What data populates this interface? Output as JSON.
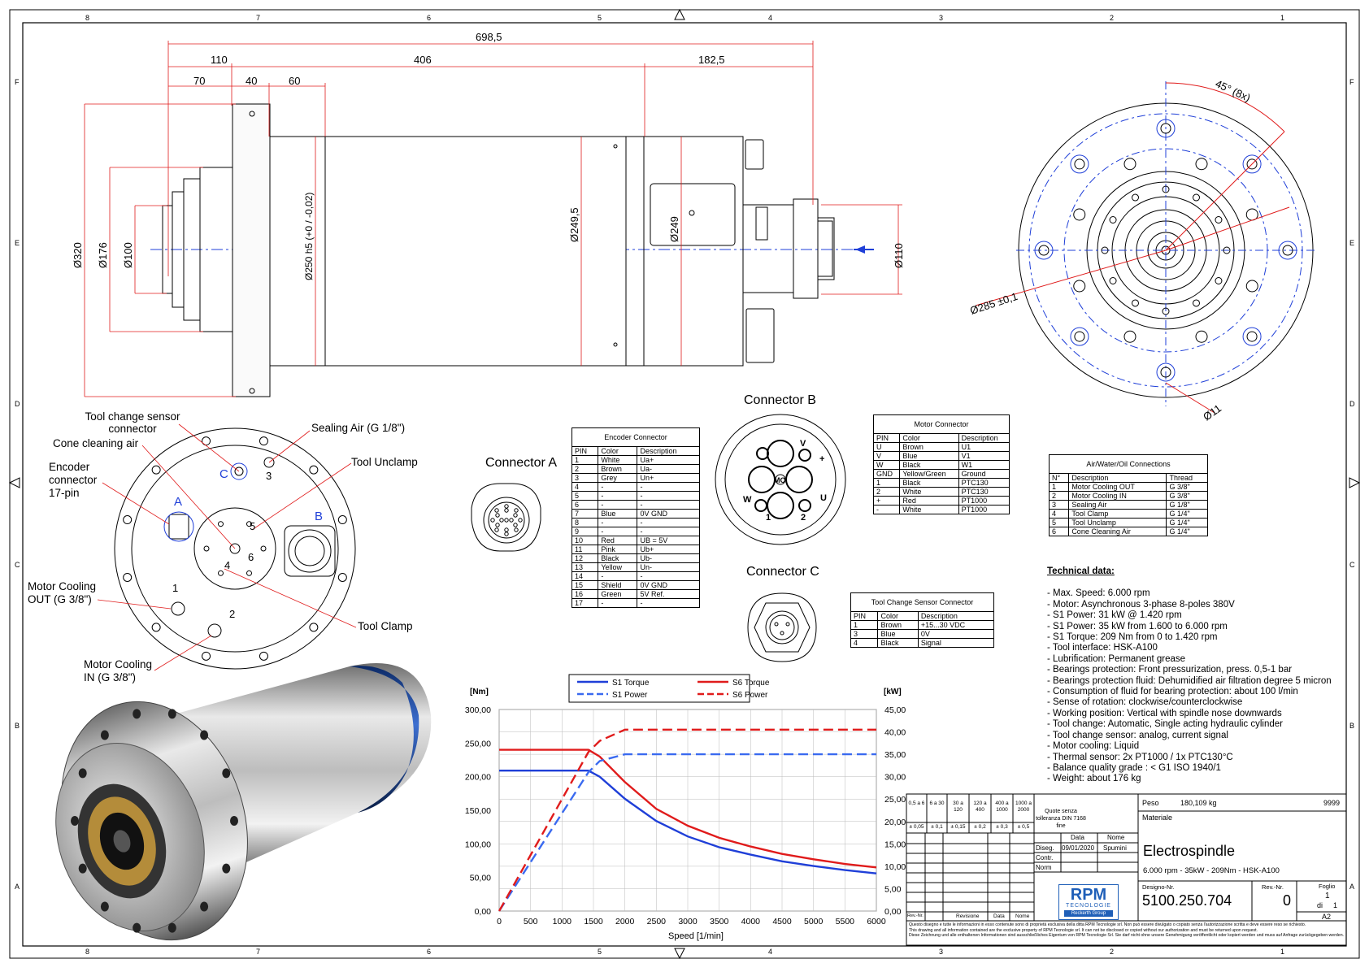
{
  "frame": {
    "zones_top": [
      "8",
      "7",
      "6",
      "5",
      "4",
      "3",
      "2",
      "1"
    ],
    "zones_side": [
      "F",
      "E",
      "D",
      "C",
      "B",
      "A"
    ]
  },
  "dims": {
    "overall": "698,5",
    "d110": "110",
    "d406": "406",
    "d182": "182,5",
    "d70": "70",
    "d40": "40",
    "d60": "60",
    "dia320": "Ø320",
    "dia176": "Ø176",
    "dia100": "Ø100",
    "dia250": "Ø250 h5 (+0 / -0,02)",
    "dia249_5": "Ø249,5",
    "dia249": "Ø249",
    "dia110": "Ø110",
    "angle": "45° (8x)",
    "dia285": "Ø285 ±0,1",
    "dia11": "Ø11"
  },
  "ports_view": {
    "tool_change_sensor": "Tool change sensor connector",
    "cone_cleaning": "Cone cleaning air",
    "encoder": "Encoder connector 17-pin",
    "sealing_air": "Sealing Air (G 1/8\")",
    "tool_unclamp": "Tool Unclamp",
    "motor_cooling_out": "Motor Cooling OUT (G 3/8\")",
    "motor_cooling_in": "Motor Cooling IN (G 3/8\")",
    "tool_clamp": "Tool Clamp",
    "letters": [
      "A",
      "B",
      "C"
    ],
    "numbers": [
      "1",
      "2",
      "3",
      "4",
      "5",
      "6"
    ]
  },
  "connectors": {
    "a_label": "Connector A",
    "b_label": "Connector B",
    "c_label": "Connector C",
    "b_pins": [
      "V",
      "+",
      "U",
      "W",
      "MO",
      "1",
      "2"
    ]
  },
  "encoder_table": {
    "title": "Encoder Connector",
    "headers": [
      "PIN",
      "Color",
      "Description"
    ],
    "rows": [
      [
        "1",
        "White",
        "Ua+"
      ],
      [
        "2",
        "Brown",
        "Ua-"
      ],
      [
        "3",
        "Grey",
        "Un+"
      ],
      [
        "4",
        "-",
        "-"
      ],
      [
        "5",
        "-",
        "-"
      ],
      [
        "6",
        "-",
        "-"
      ],
      [
        "7",
        "Blue",
        "0V GND"
      ],
      [
        "8",
        "-",
        "-"
      ],
      [
        "9",
        "-",
        "-"
      ],
      [
        "10",
        "Red",
        "UB = 5V"
      ],
      [
        "11",
        "Pink",
        "Ub+"
      ],
      [
        "12",
        "Black",
        "Ub-"
      ],
      [
        "13",
        "Yellow",
        "Un-"
      ],
      [
        "14",
        "-",
        "-"
      ],
      [
        "15",
        "Shield",
        "0V GND"
      ],
      [
        "16",
        "Green",
        "5V Ref."
      ],
      [
        "17",
        "-",
        "-"
      ]
    ]
  },
  "motor_table": {
    "title": "Motor Connector",
    "headers": [
      "PIN",
      "Color",
      "Description"
    ],
    "rows": [
      [
        "U",
        "Brown",
        "U1"
      ],
      [
        "V",
        "Blue",
        "V1"
      ],
      [
        "W",
        "Black",
        "W1"
      ],
      [
        "GND",
        "Yellow/Green",
        "Ground"
      ],
      [
        "1",
        "Black",
        "PTC130"
      ],
      [
        "2",
        "White",
        "PTC130"
      ],
      [
        "+",
        "Red",
        "PT1000"
      ],
      [
        "-",
        "White",
        "PT1000"
      ]
    ]
  },
  "sensor_table": {
    "title": "Tool Change Sensor Connector",
    "headers": [
      "PIN",
      "Color",
      "Description"
    ],
    "rows": [
      [
        "1",
        "Brown",
        "+15...30 VDC"
      ],
      [
        "3",
        "Blue",
        "0V"
      ],
      [
        "4",
        "Black",
        "Signal"
      ]
    ]
  },
  "air_table": {
    "title": "Air/Water/Oil Connections",
    "headers": [
      "N°",
      "Description",
      "Thread"
    ],
    "rows": [
      [
        "1",
        "Motor Cooling OUT",
        "G 3/8\""
      ],
      [
        "2",
        "Motor Cooling IN",
        "G 3/8\""
      ],
      [
        "3",
        "Sealing Air",
        "G 1/8\""
      ],
      [
        "4",
        "Tool Clamp",
        "G 1/4\""
      ],
      [
        "5",
        "Tool Unclamp",
        "G 1/4\""
      ],
      [
        "6",
        "Cone Cleaning Air",
        "G 1/4\""
      ]
    ]
  },
  "technical": {
    "header": "Technical data:",
    "lines": [
      "- Max. Speed: 6.000 rpm",
      "- Motor: Asynchronous 3-phase 8-poles 380V",
      "- S1 Power: 31 kW @ 1.420 rpm",
      "- S1 Power: 35 kW from 1.600 to 6.000 rpm",
      "- S1 Torque: 209 Nm from 0 to 1.420 rpm",
      "- Tool interface: HSK-A100",
      "- Lubrification: Permanent grease",
      "- Bearings protection: Front pressurization, press. 0,5-1 bar",
      "- Bearings protection fluid: Dehumidified air filtration degree 5 micron",
      "- Consumption of fluid for bearing protection: about 100 l/min",
      "- Sense of rotation: clockwise/counterclockwise",
      "- Working position: Vertical with spindle nose downwards",
      "- Tool change: Automatic, Single acting hydraulic cylinder",
      "- Tool change sensor: analog, current signal",
      "- Motor cooling: Liquid",
      "- Thermal sensor:  2x PT1000 / 1x PTC130°C",
      "- Balance quality grade : < G1 ISO 1940/1",
      "- Weight: about 176 kg"
    ]
  },
  "chart_data": {
    "type": "line",
    "xlabel": "Speed [1/min]",
    "ylabel_left": "[Nm]",
    "ylabel_right": "[kW]",
    "x_ticks": [
      "0",
      "500",
      "1000",
      "1500",
      "2000",
      "2500",
      "3000",
      "3500",
      "4000",
      "4500",
      "5000",
      "5500",
      "6000"
    ],
    "y_left_ticks": [
      "0,00",
      "50,00",
      "100,00",
      "150,00",
      "200,00",
      "250,00",
      "300,00"
    ],
    "y_right_ticks": [
      "0,00",
      "5,00",
      "10,00",
      "15,00",
      "20,00",
      "25,00",
      "30,00",
      "35,00",
      "40,00",
      "45,00"
    ],
    "xlim": [
      0,
      6000
    ],
    "ylim_left": [
      0,
      300
    ],
    "ylim_right": [
      0,
      45
    ],
    "series": [
      {
        "name": "S1 Torque",
        "axis": "left",
        "style": "solid",
        "color": "#1f3fd8",
        "x": [
          0,
          1420,
          1600,
          2000,
          2500,
          3000,
          3500,
          4000,
          4500,
          5000,
          5500,
          6000
        ],
        "y": [
          209,
          209,
          200,
          167,
          134,
          111,
          95,
          84,
          74,
          67,
          61,
          56
        ]
      },
      {
        "name": "S6 Torque",
        "axis": "left",
        "style": "solid",
        "color": "#e01b1b",
        "x": [
          0,
          1420,
          1600,
          2000,
          2500,
          3000,
          3500,
          4000,
          4500,
          5000,
          5500,
          6000
        ],
        "y": [
          240,
          240,
          230,
          192,
          152,
          127,
          109,
          96,
          85,
          77,
          70,
          65
        ]
      },
      {
        "name": "S1 Power",
        "axis": "right",
        "style": "dashed",
        "color": "#3a6af0",
        "x": [
          0,
          1420,
          1600,
          2000,
          6000
        ],
        "y": [
          0,
          31,
          33.5,
          35,
          35
        ]
      },
      {
        "name": "S6 Power",
        "axis": "right",
        "style": "dashed",
        "color": "#e01b1b",
        "x": [
          0,
          1420,
          1600,
          2000,
          6000
        ],
        "y": [
          0,
          35.5,
          38,
          40.5,
          40.5
        ]
      }
    ]
  },
  "title_block": {
    "tolerances_top": [
      "0,5 a 6",
      "6 a 30",
      "30 a 120",
      "120 a 400",
      "400 a 1000",
      "1000 a 2000"
    ],
    "tolerances_bottom": [
      "± 0,05",
      "± 0,1",
      "± 0,15",
      "± 0,2",
      "± 0,3",
      "± 0,5"
    ],
    "tol_note": "Quote senza tolleranza DIN 7168 fine",
    "peso_label": "Peso",
    "peso_value": "180,109 kg",
    "peso_code": "9999",
    "materiale_label": "Materiale",
    "data_label": "Data",
    "nome_label": "Nome",
    "diseg_label": "Diseg.",
    "diseg_date": "09/01/2020",
    "diseg_name": "Spumini",
    "contr_label": "Contr.",
    "norm_label": "Norm",
    "title": "Electrospindle",
    "subtitle": "6.000 rpm - 35kW - 209Nm - HSK-A100",
    "drawing_label": "Designo-Nr.",
    "drawing_no": "5100.250.704",
    "rev_label": "Rev.-Nr.",
    "rev_value": "0",
    "foglio_label": "Foglio",
    "foglio_value": "1",
    "di_label": "di",
    "di_value": "1",
    "format": "A2",
    "rev_cols": [
      "Rev.-Nr.",
      "Revisione",
      "Data",
      "Nome"
    ],
    "logo_main": "RPM",
    "logo_sub": "TECNOLOGIE",
    "logo_group": "Reckerth Group",
    "legal": [
      "Questo disegno e tutte le informazioni in esso contenute sono di proprietà esclusiva della ditta RPM Tecnologie srl. Non può essere divulgato o copiato senza l'autorizzazione scritta e deve essere reso se richiesto.",
      "This drawing and all information contained are the exclusive property of RPM Tecnologie srl. It can not be disclosed or copied without our authorization and must be returned upon request.",
      "Diese Zeichnung und alle enthaltenen Informationen sind ausschließliches Eigentum von RPM Tecnologie Srl. Sie darf nicht ohne unsere Genehmigung veröffentlicht oder kopiert werden und muss auf Anfrage zurückgegeben werden."
    ]
  }
}
